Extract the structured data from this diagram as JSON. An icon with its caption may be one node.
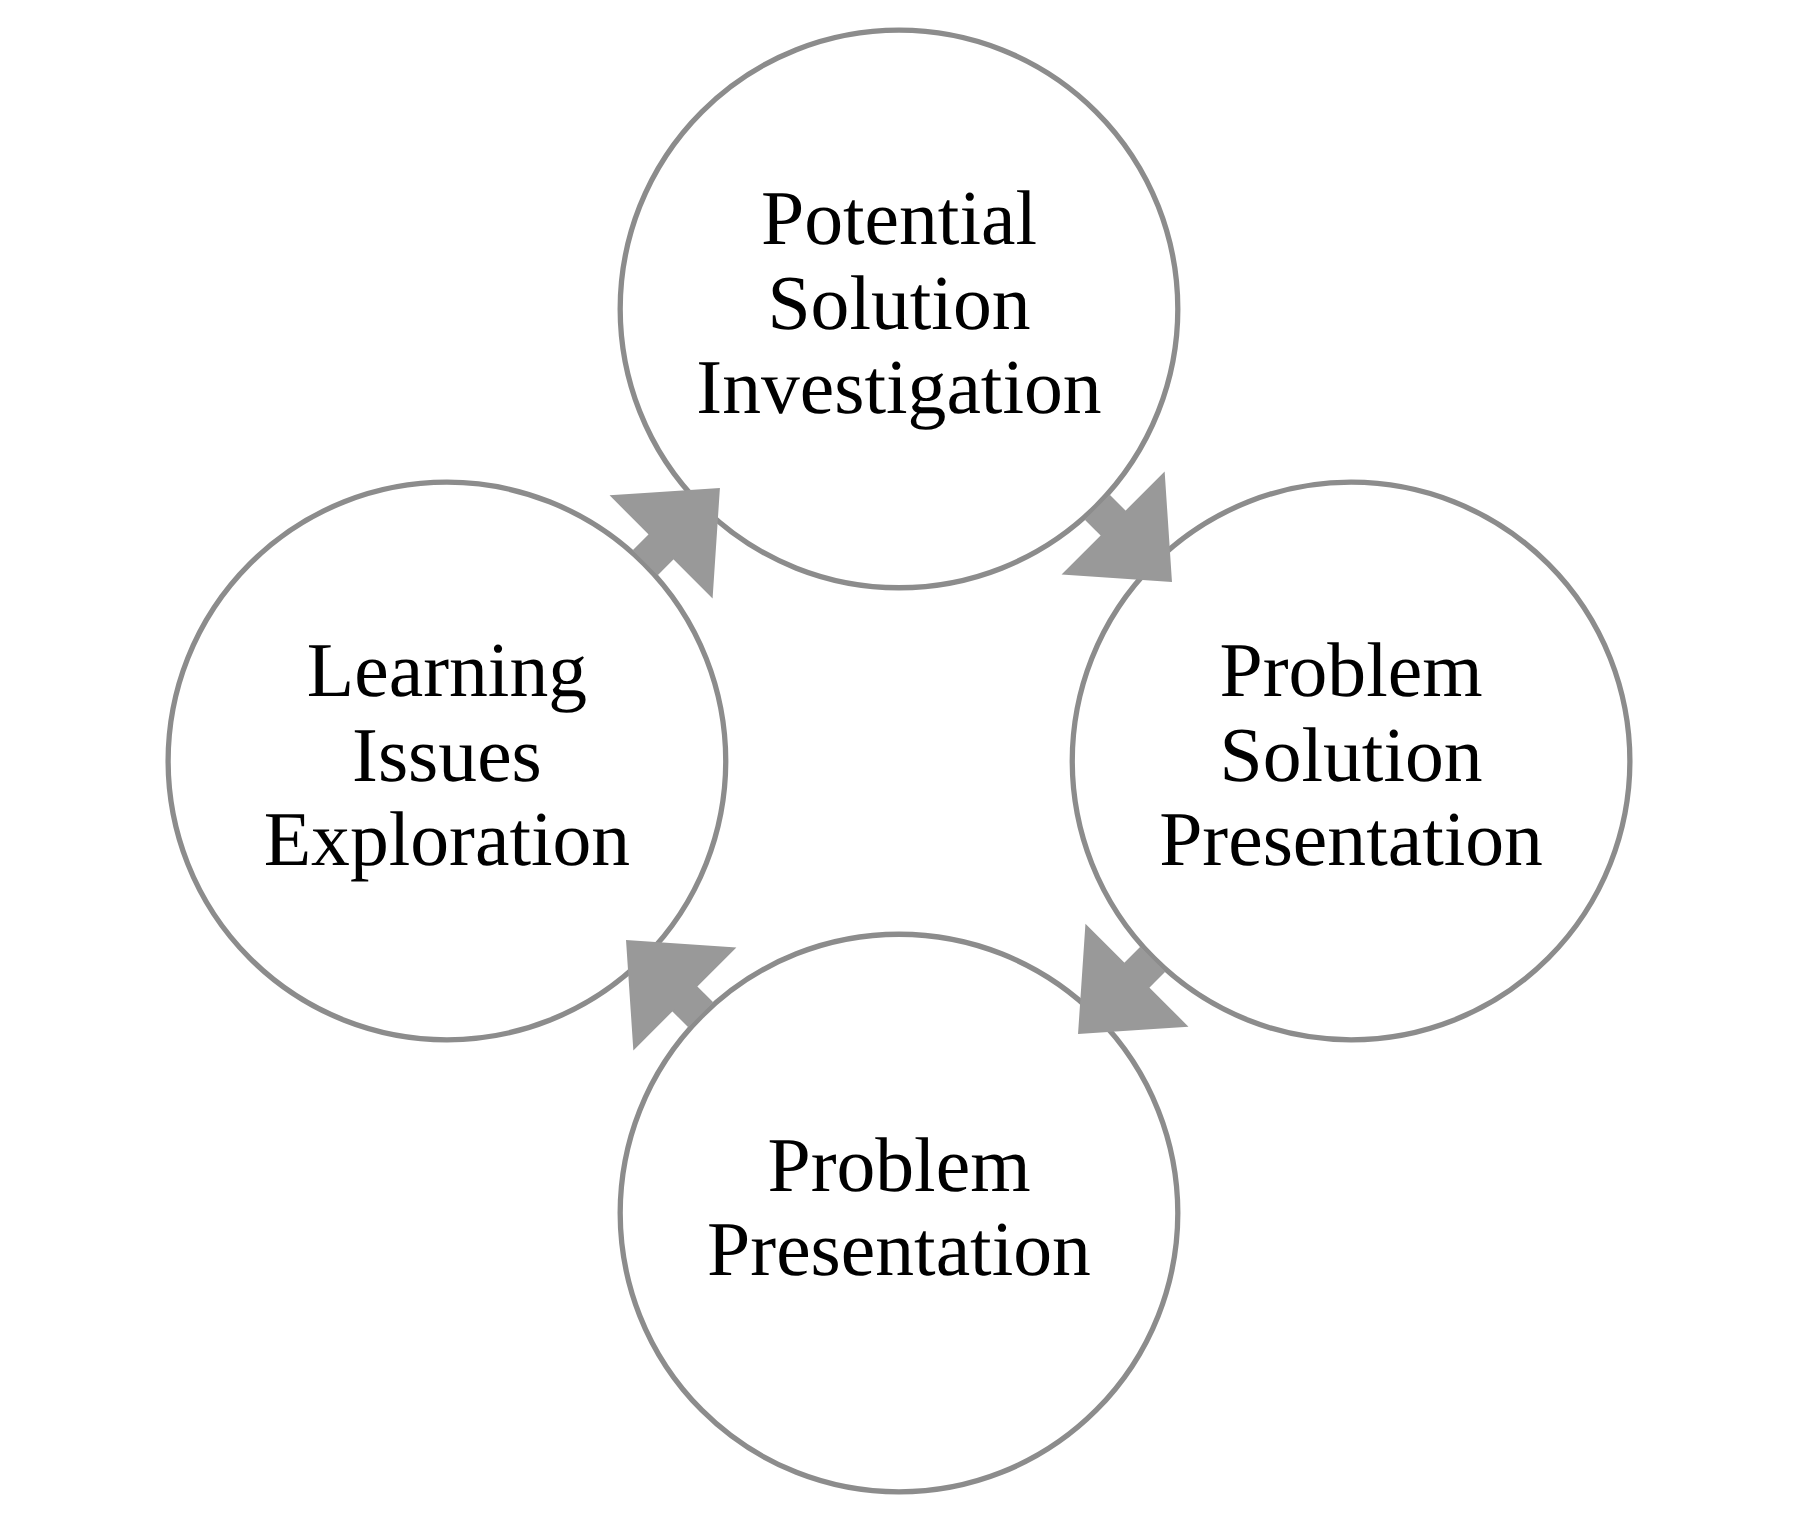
{
  "diagram": {
    "nodes": [
      {
        "text": [
          "Problem Presentation"
        ]
      },
      {
        "text": [
          "Problem Solution Presentation"
        ]
      },
      {
        "text": [
          "Learning Issues Exploration"
        ]
      },
      {
        "text": [
          "Potential Solution Investigation"
        ]
      }
    ],
    "edges": [
      {
        "from": 0,
        "to": 2,
        "arrow": "to"
      },
      {
        "from": 2,
        "to": 3,
        "arrow": "to"
      },
      {
        "from": 3,
        "to": 1,
        "arrow": "to"
      },
      {
        "from": 1,
        "to": 0,
        "arrow": "to"
      }
    ]
  }
}
